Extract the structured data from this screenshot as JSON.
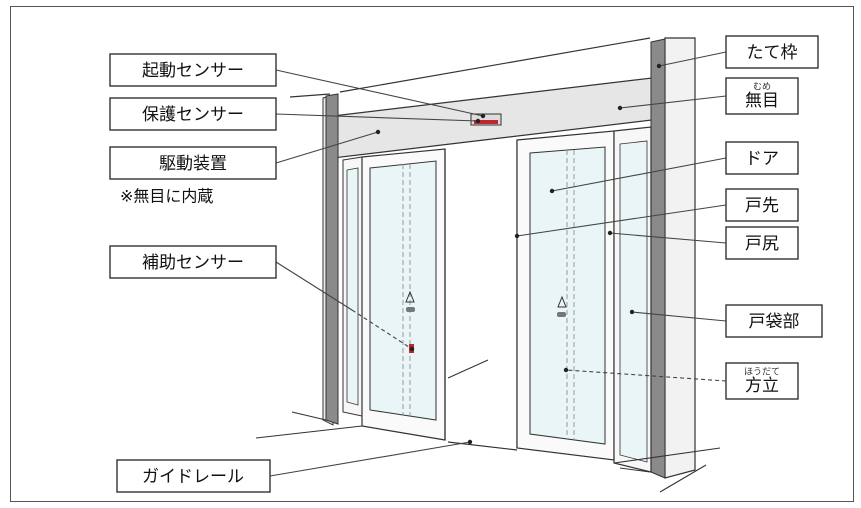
{
  "labels": {
    "start_sensor": "起動センサー",
    "protect_sensor": "保護センサー",
    "drive_unit": "駆動装置",
    "drive_note": "※無目に内蔵",
    "aux_sensor": "補助センサー",
    "guide_rail": "ガイドレール",
    "vertical_frame": "たて枠",
    "transom": "無目",
    "transom_ruby": "むめ",
    "door": "ドア",
    "door_leading_edge": "戸先",
    "door_trailing_edge": "戸尻",
    "pocket_section": "戸袋部",
    "mullion": "方立",
    "mullion_ruby": "ほうだて"
  },
  "colors": {
    "line": "#333333",
    "wall_fill": "#e9e9e9",
    "transom_fill": "#e6e6e6",
    "glass_fill": "#e9f5f7",
    "sensor_fill": "#c0262d"
  }
}
